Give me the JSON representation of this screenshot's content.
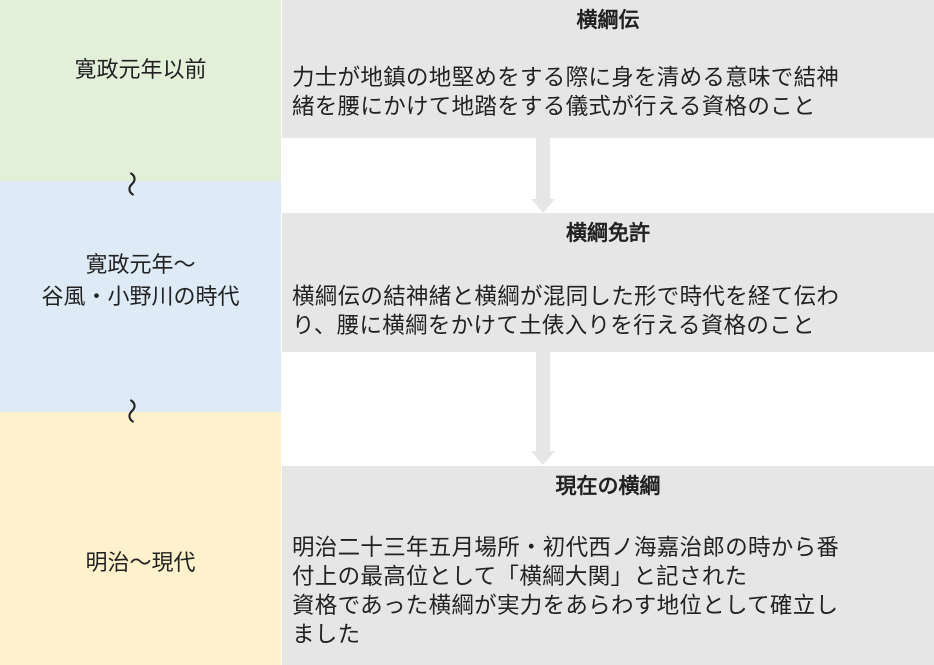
{
  "eras": [
    {
      "label": "寛政元年以前",
      "color": "#e2efd9"
    },
    {
      "label": "寛政元年〜\n谷風・小野川の時代",
      "color": "#deebf6"
    },
    {
      "label": "明治〜現代",
      "color": "#fff2cc"
    }
  ],
  "separator_glyph": "〜",
  "stages": [
    {
      "title": "横綱伝",
      "description": "力士が地鎮の地堅めをする際に身を清める意味で結神\n緒を腰にかけて地踏をする儀式が行える資格のこと"
    },
    {
      "title": "横綱免許",
      "description": "横綱伝の結神緒と横綱が混同した形で時代を経て伝わ\nり、腰に横綱をかけて土俵入りを行える資格のこと"
    },
    {
      "title": "現在の横綱",
      "description": "明治二十三年五月場所・初代西ノ海嘉治郎の時から番\n付上の最高位として「横綱大関」と記された\n資格であった横綱が実力をあらわす地位として確立し\nました"
    }
  ],
  "box_color": "#e6e6e6"
}
